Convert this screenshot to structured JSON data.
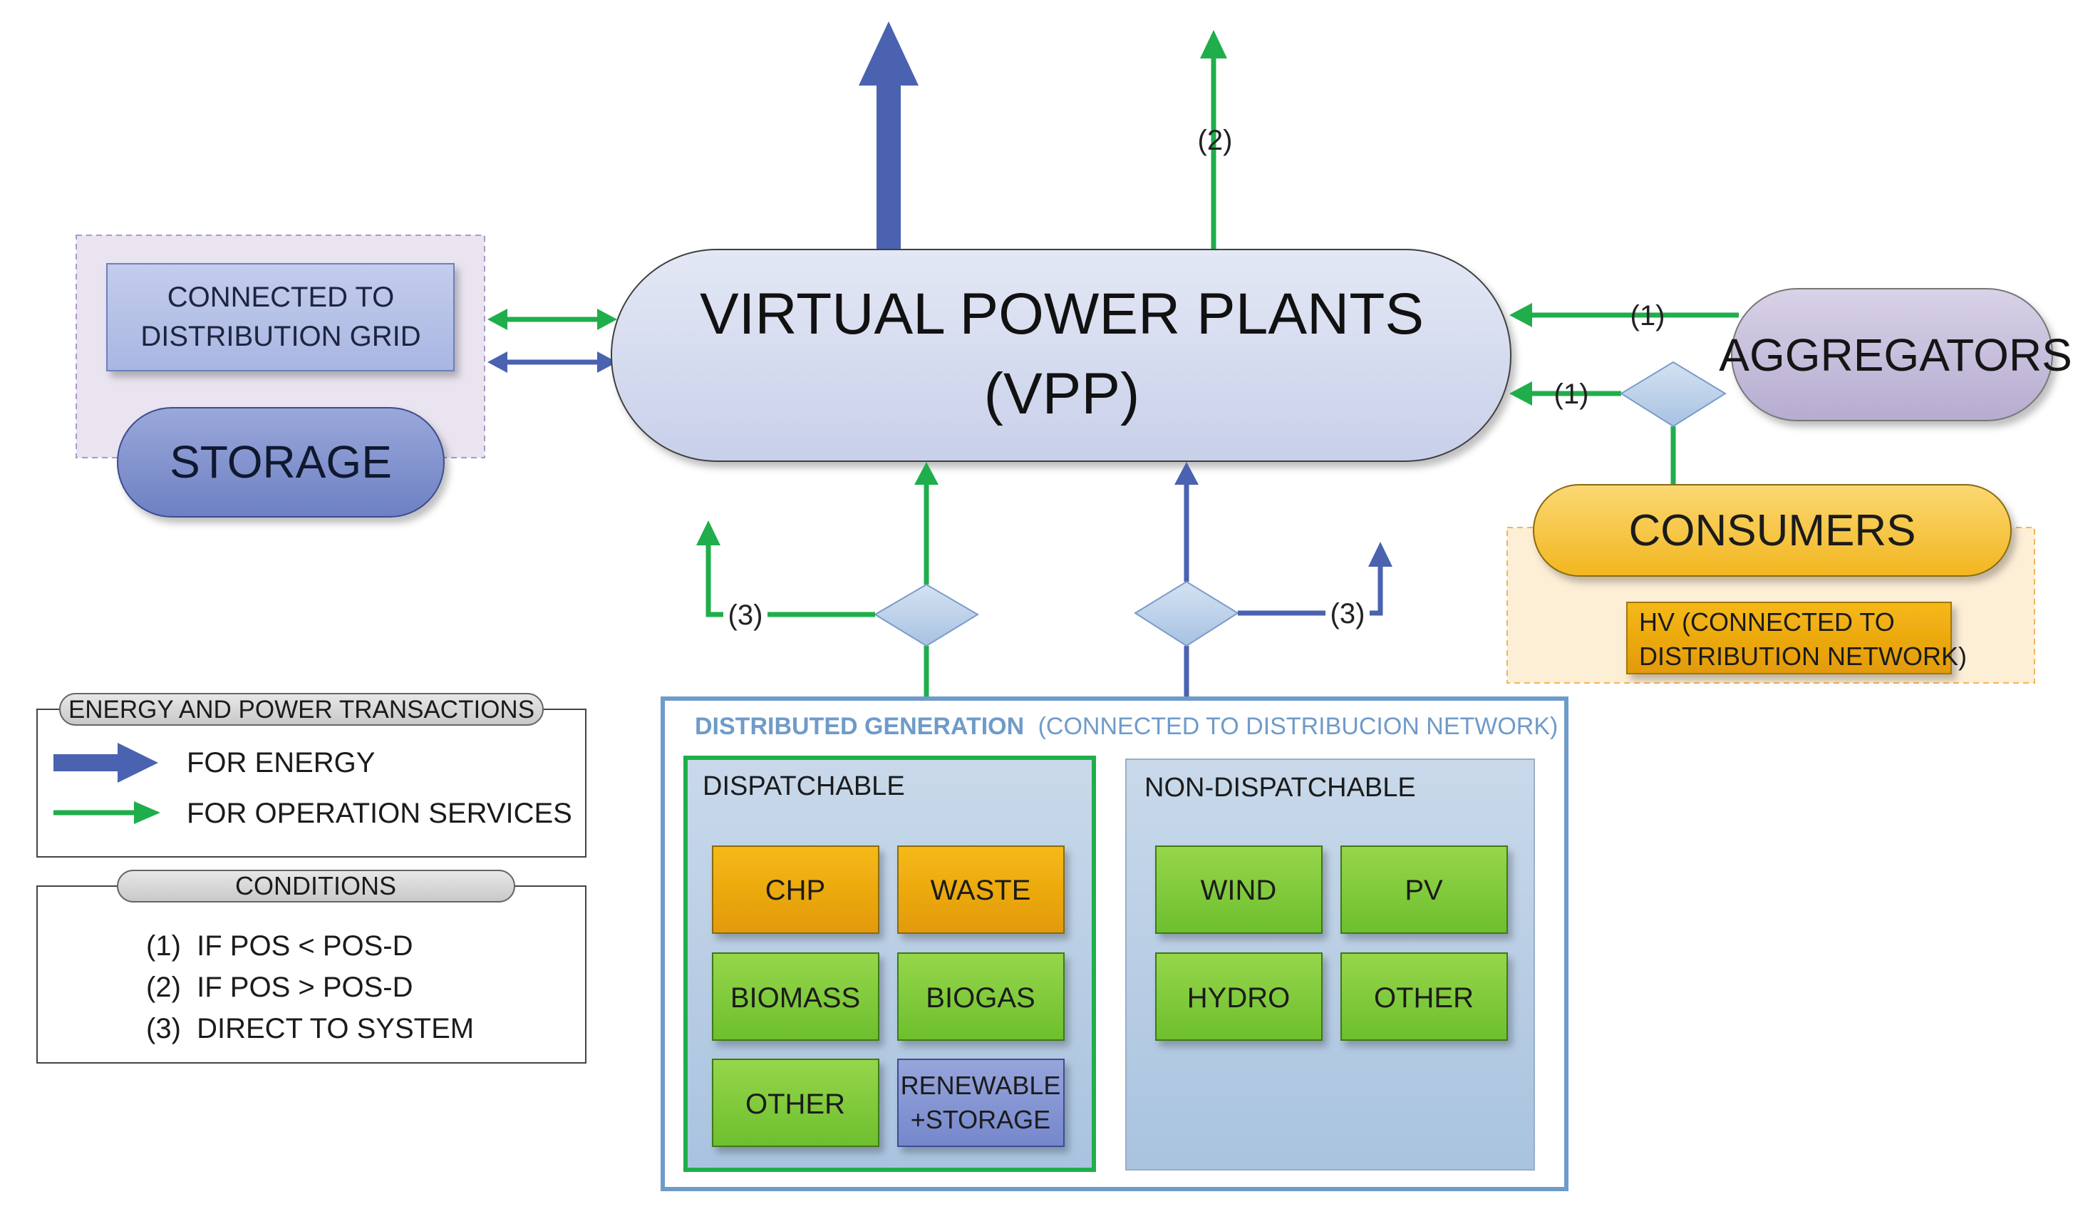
{
  "vpp": {
    "line1": "VIRTUAL POWER PLANTS",
    "line2": "(VPP)"
  },
  "storage": {
    "grid_label_1": "CONNECTED TO",
    "grid_label_2": "DISTRIBUTION GRID",
    "label": "STORAGE"
  },
  "aggregators": {
    "label": "AGGREGATORS"
  },
  "consumers": {
    "label": "CONSUMERS",
    "hv_1": "HV (CONNECTED TO",
    "hv_2": "DISTRIBUTION NETWORK)"
  },
  "conditions_labels": {
    "c1": "(1)",
    "c2": "(2)",
    "c3": "(3)"
  },
  "distributed_generation": {
    "title_bold": "DISTRIBUTED GENERATION",
    "title_rest": "(CONNECTED TO DISTRIBUCION NETWORK)",
    "dispatchable": {
      "title": "DISPATCHABLE",
      "items": [
        "CHP",
        "WASTE",
        "BIOMASS",
        "BIOGAS",
        "OTHER"
      ],
      "renewable_1": "RENEWABLE",
      "renewable_2": "+STORAGE"
    },
    "non_dispatchable": {
      "title": "NON-DISPATCHABLE",
      "items": [
        "WIND",
        "PV",
        "HYDRO",
        "OTHER"
      ]
    }
  },
  "legend": {
    "title": "ENERGY AND POWER TRANSACTIONS",
    "energy": "FOR ENERGY",
    "operation": "FOR OPERATION SERVICES"
  },
  "conditions": {
    "title": "CONDITIONS",
    "items": [
      "(1)  IF POS < POS-D",
      "(2)  IF POS > POS-D",
      "(3)  DIRECT TO SYSTEM"
    ]
  },
  "colors": {
    "energy_arrow": "#4a62b0",
    "services_arrow": "#1fae4b",
    "vpp_fill": "#d6dcef",
    "storage_fill": "#7f90cc",
    "aggregators_fill": "#c7bedb",
    "consumers_fill": "#f8c84a",
    "orange_box": "#f2a40c",
    "green_box": "#7fcc3a",
    "distributed_border": "#6f9bc9"
  }
}
